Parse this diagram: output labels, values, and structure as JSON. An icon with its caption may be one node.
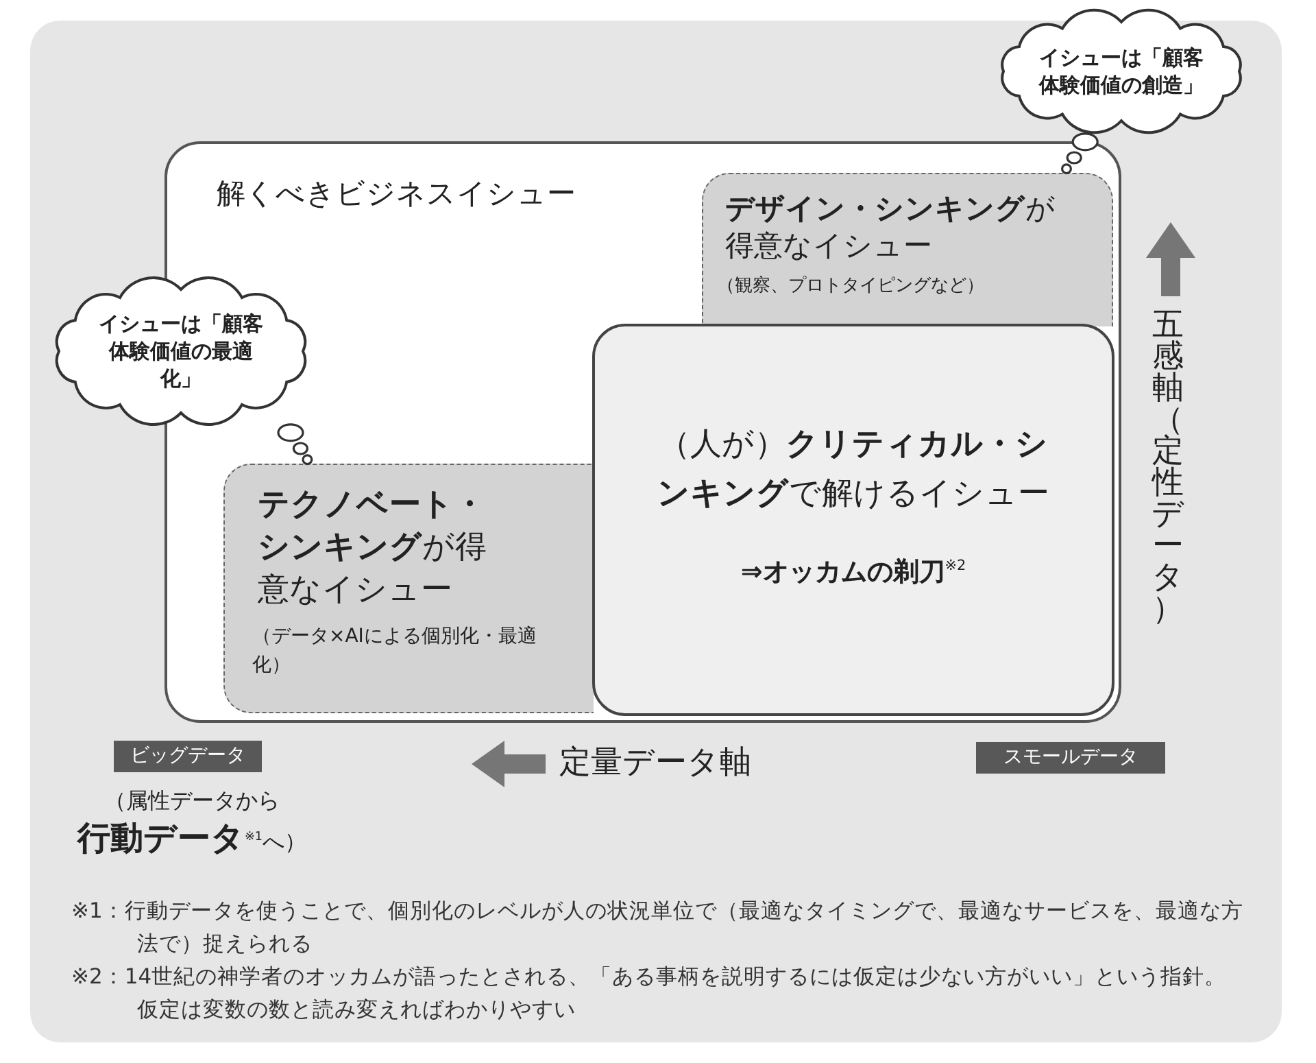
{
  "diagram": {
    "nodes": [
      {
        "text": [
          "イシューは「顧客体験価値の創造」"
        ]
      },
      {
        "text": [
          "解くべきビジネスイシュー"
        ]
      },
      {
        "text": [
          "**デザイン・シンキング**が得意なイシュー",
          "（観察、プロトタイピングなど）"
        ],
        "in": 1
      },
      {
        "text": [
          "イシューは「顧客体験価値の最適化」"
        ]
      },
      {
        "text": [
          "（人が）**クリティカル・シンキング**で解けるイシュー",
          "⇒オッカムの剃刀$^{※2}$"
        ],
        "in": 1
      },
      {
        "text": [
          "**テクノベート・シンキング**が得意なイシュー",
          "（データ×AIによる個別化・最適化）"
        ],
        "in": 1
      },
      {
        "text": [
          "ビッグデータ"
        ],
        "beside": [
          "（属性データから**行動データ**$^{※1}$へ）"
        ]
      },
      {
        "text": [
          "スモールデータ"
        ]
      }
    ],
    "edges": [
      {
        "from": 0,
        "to": 2,
        "arrow": "none"
      },
      {
        "from": 3,
        "to": 5,
        "arrow": "none"
      }
    ],
    "labels": [
      "五感軸（定性データ）",
      "定量データ軸",
      "※1：行動データを使うことで、個別化のレベルが人の状況単位で（最適なタイミングで、最適なサービスを、最適な方法で）捉えられる",
      "※2：14世紀の神学者のオッカムが語ったとされる、「ある事柄を説明するには仮定は少ない方がいい」という指針。仮定は変数の数と読み変えればわかりやすい"
    ]
  }
}
